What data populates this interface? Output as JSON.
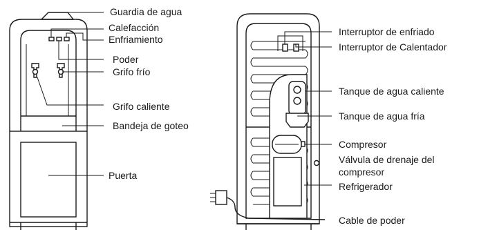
{
  "front_view": {
    "labels": {
      "water_guard": "Guardia de agua",
      "heating": "Calefacción",
      "cooling": "Enfriamiento",
      "power": "Poder",
      "cold_tap": "Grifo frío",
      "hot_tap": "Grifo caliente",
      "drip_tray": "Bandeja de goteo",
      "door": "Puerta"
    }
  },
  "rear_view": {
    "labels": {
      "cooling_switch": "Interruptor de enfriado",
      "heater_switch": "Interruptor de Calentador",
      "hot_tank": "Tanque de agua caliente",
      "cold_tank": "Tanque de agua fría",
      "compressor": "Compresor",
      "drain_valve_line1": "Válvula de drenaje del",
      "drain_valve_line2": "compresor",
      "refrigerator": "Refrigerador",
      "power_cable": "Cable de poder"
    }
  }
}
